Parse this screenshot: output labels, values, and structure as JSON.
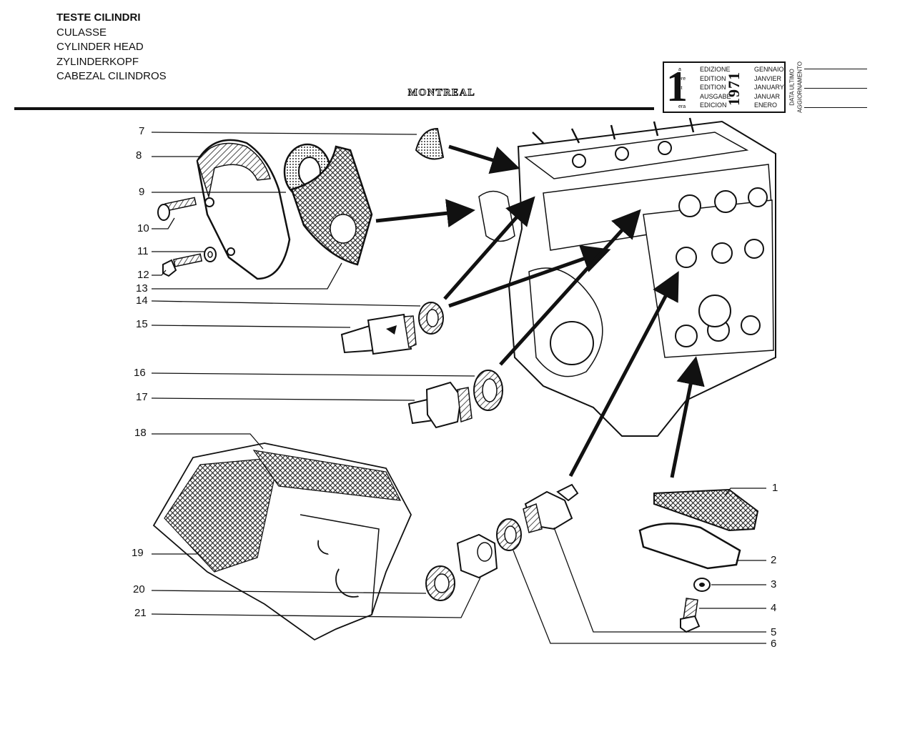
{
  "header": {
    "titles": [
      "TESTE CILINDRI",
      "CULASSE",
      "CYLINDER HEAD",
      "ZYLINDERKOPF",
      "CABEZAL CILINDROS"
    ],
    "model_logo": "MONTREAL"
  },
  "edition_box": {
    "number": "1",
    "ordinals": [
      "a",
      "ere",
      "st",
      "",
      "era"
    ],
    "editions": [
      "EDIZIONE",
      "EDITION",
      "EDITION",
      "AUSGABE",
      "EDICION"
    ],
    "year": "1971",
    "months": [
      "GENNAIO",
      "JANVIER",
      "JANUARY",
      "JANUAR",
      "ENERO"
    ],
    "update_label_1": "DATA ULTIMO",
    "update_label_2": "AGGIORNAMENTO"
  },
  "callouts": [
    "1",
    "2",
    "3",
    "4",
    "5",
    "6",
    "7",
    "8",
    "9",
    "10",
    "11",
    "12",
    "13",
    "14",
    "15",
    "16",
    "17",
    "18",
    "19",
    "20",
    "21"
  ]
}
